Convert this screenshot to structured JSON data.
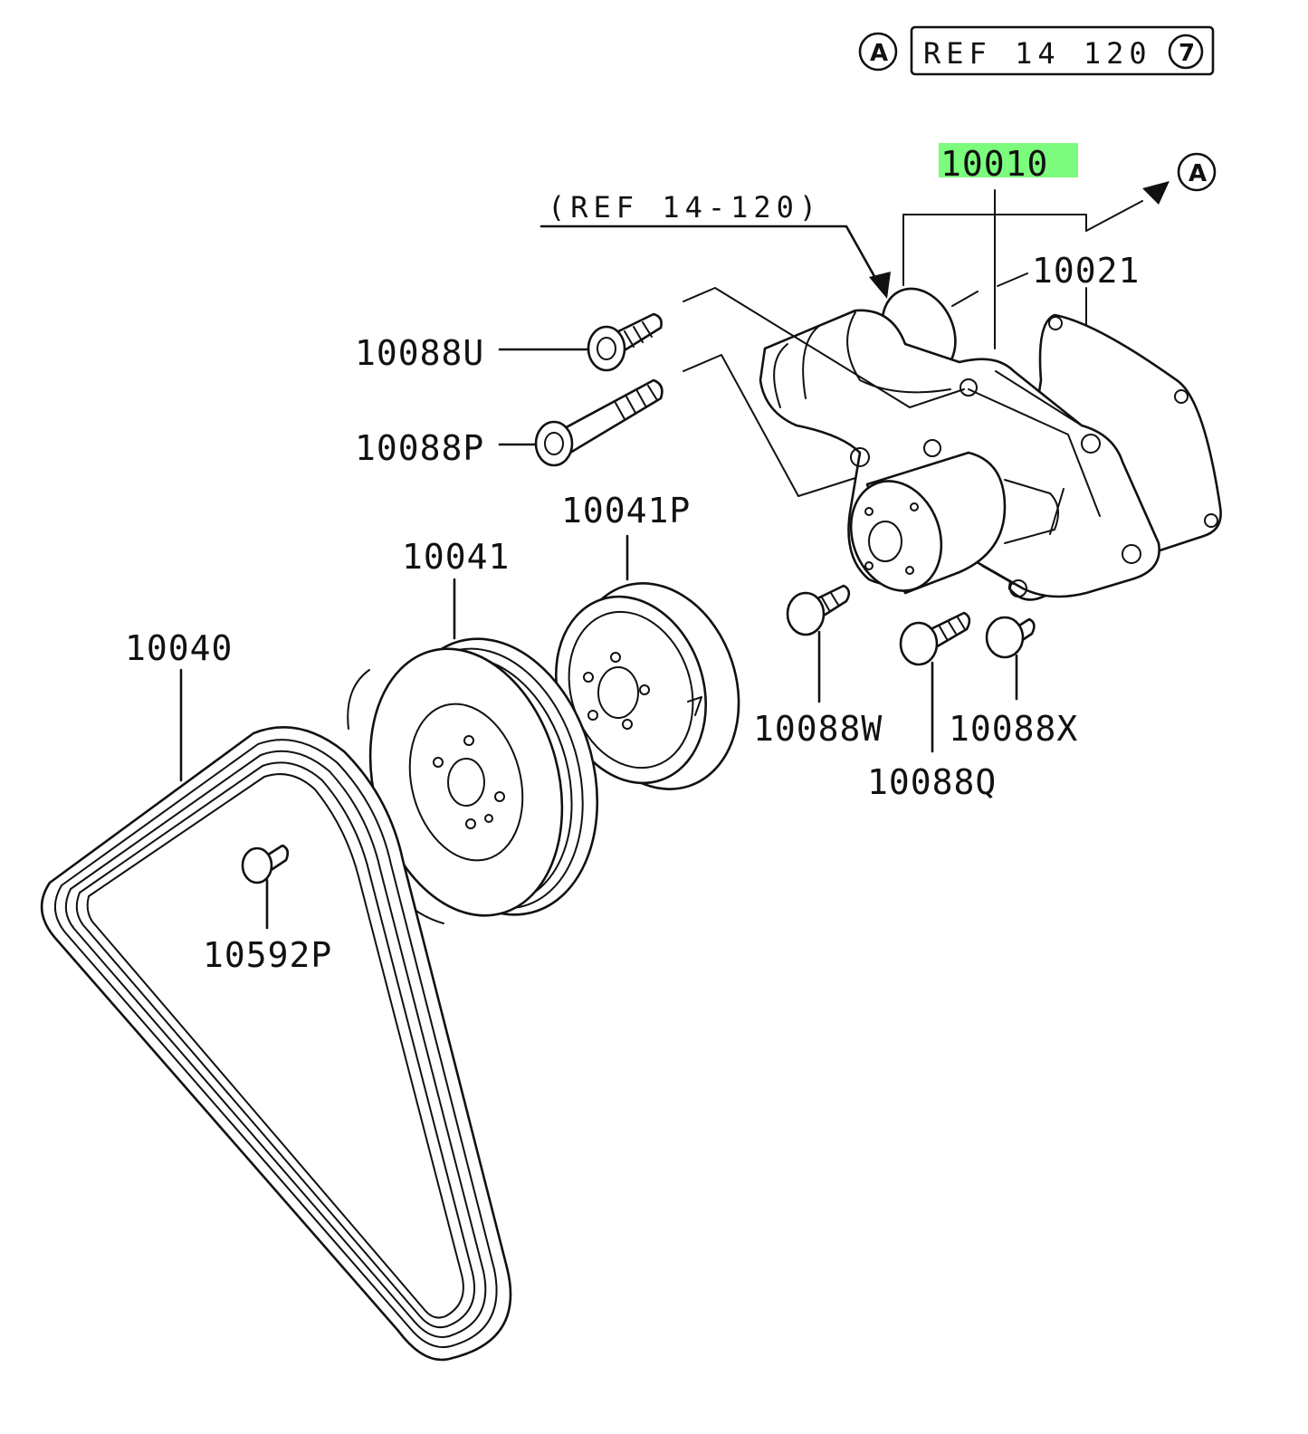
{
  "header": {
    "marker_letter": "A",
    "ref_text": "REF 14 120",
    "ref_index": "7"
  },
  "callouts": {
    "water_pump": "10010",
    "gasket": "10021",
    "ref_note": "(REF 14-120)",
    "connector_letter": "A",
    "bolt_u": "10088U",
    "bolt_p": "10088P",
    "pulley_small": "10041P",
    "pulley_large": "10041",
    "belt": "10040",
    "bolt_w": "10088W",
    "bolt_x": "10088X",
    "bolt_q": "10088Q",
    "bolt_belt": "10592P"
  },
  "colors": {
    "highlight": "#7CFC7C",
    "ink": "#111111",
    "background": "#ffffff"
  }
}
